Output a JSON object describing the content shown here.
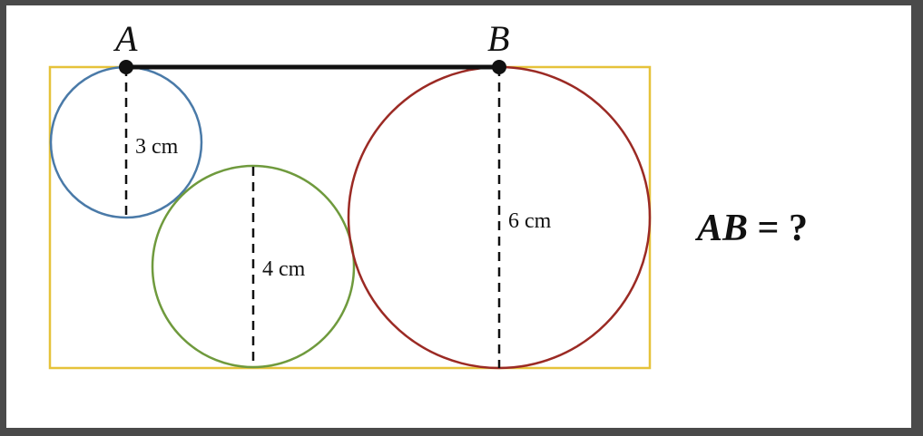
{
  "diagram": {
    "points": {
      "a": "A",
      "b": "B"
    },
    "dimensions": {
      "small": "3 cm",
      "medium": "4 cm",
      "large": "6 cm"
    },
    "question": {
      "segment": "AB",
      "equals": " = ?"
    },
    "colors": {
      "rectangle": "#e6c23a",
      "small_circle": "#4a7aa8",
      "medium_circle": "#6f9a3d",
      "large_circle": "#9b2a24",
      "line": "#111111",
      "background": "#ffffff",
      "frame": "#4a4a4a"
    }
  }
}
